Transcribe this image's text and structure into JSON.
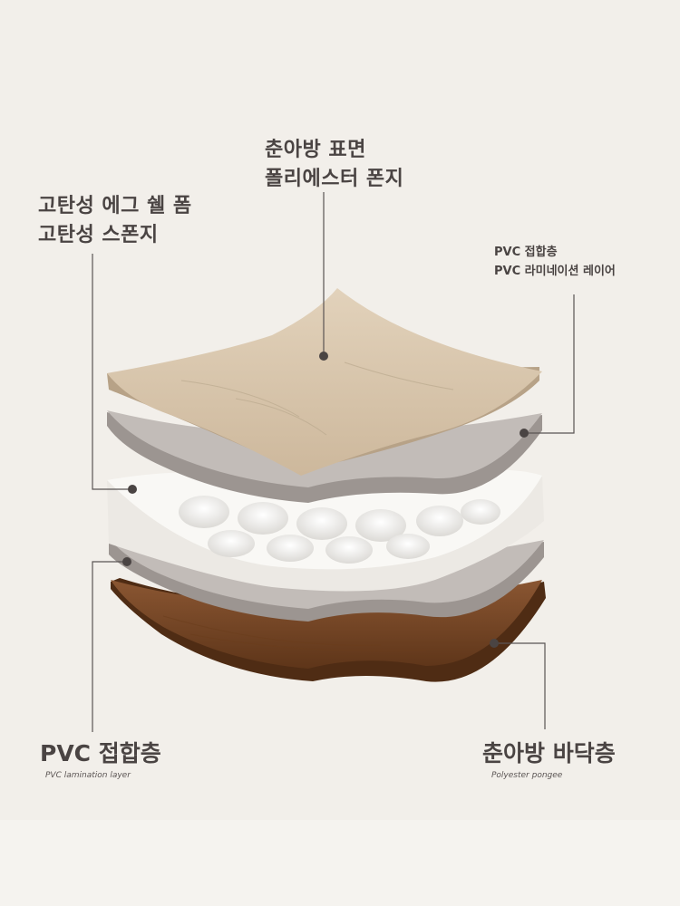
{
  "labels": {
    "top_surface": [
      "춘아방 표면",
      "폴리에스터 폰지"
    ],
    "foam": [
      "고탄성 에그 쉘 폼",
      "고탄성 스폰지"
    ],
    "pvc_right": [
      "PVC 접합층",
      "PVC 라미네이션 레이어"
    ],
    "pvc_bottom": {
      "kr": "PVC 접합층",
      "en": "PVC lamination layer"
    },
    "bottom_layer": {
      "kr": "춘아방 바닥층",
      "en": "Polyester pongee"
    }
  },
  "colors": {
    "background": "#f2efea",
    "top_fabric": "#d8c6ad",
    "pvc": "#bdb7b3",
    "foam": "#f7f6f3",
    "bottom_fabric": "#7a4a2a",
    "line": "#5a5453"
  }
}
